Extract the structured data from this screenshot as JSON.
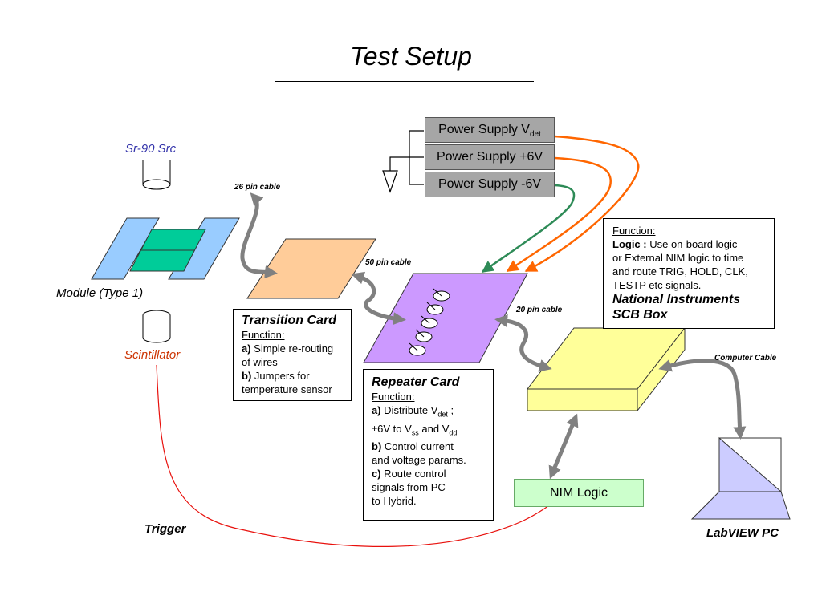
{
  "title": "Test Setup",
  "power_supplies": [
    {
      "label": "Power Supply V",
      "sub": "det"
    },
    {
      "label": "Power Supply +6V",
      "sub": ""
    },
    {
      "label": "Power Supply -6V",
      "sub": ""
    }
  ],
  "labels": {
    "source": "Sr-90 Src",
    "module": "Module (Type 1)",
    "scintillator": "Scintillator",
    "cable_26": "26 pin cable",
    "cable_50": "50 pin cable",
    "cable_20": "20 pin cable",
    "computer_cable": "Computer Cable",
    "trigger": "Trigger",
    "labview": "LabVIEW PC",
    "nim_logic": "NIM Logic"
  },
  "transition_card": {
    "heading": "Transition Card",
    "function_label": "Function:",
    "a_key": "a)",
    "a_text": " Simple re-routing",
    "a_text2": "of wires",
    "b_key": "b)",
    "b_text": " Jumpers for",
    "b_text2": "temperature sensor"
  },
  "repeater_card": {
    "heading": "Repeater Card",
    "function_label": "Function:",
    "a_key": "a)",
    "a_text": " Distribute V",
    "a_sub": "det",
    "a_tail": "  ;",
    "a2_pre": "±6V to V",
    "a2_sub1": "ss",
    "a2_mid": " and V",
    "a2_sub2": "dd",
    "b_key": "b)",
    "b_text": "  Control current",
    "b_text2": "and voltage params.",
    "c_key": "c)",
    "c_text": " Route control",
    "c_text2": "signals from PC",
    "c_text3": "to Hybrid."
  },
  "scb_box": {
    "function_label": "Function:",
    "logic_key": "Logic :",
    "logic_text": " Use on-board logic",
    "line2": "or External NIM logic to time",
    "line3": "and route TRIG, HOLD, CLK,",
    "line4": "TESTP etc signals.",
    "heading1": "National Instruments",
    "heading2": "SCB Box"
  },
  "colors": {
    "power_supply_fill": "#a6a6a6",
    "cable_gray": "#808080",
    "orange_wire": "#ff6600",
    "green_wire": "#2e8b57",
    "trigger_wire": "#e8100c",
    "module_blue": "#99ccff",
    "module_green": "#00cc99",
    "transition_card": "#ffcc99",
    "repeater_card": "#cc99ff",
    "scb_yellow": "#ffff99",
    "nim_green": "#ccffcc",
    "pc_lavender": "#ccccff",
    "source_text": "#3333aa",
    "scintillator_text": "#cc3300"
  }
}
